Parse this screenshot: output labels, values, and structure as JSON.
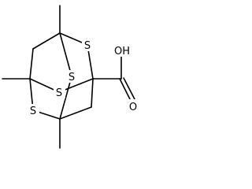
{
  "molecule": {
    "atoms": {
      "s_top_right": "S",
      "s_center": "S",
      "s_center_left": "S",
      "s_bottom_left": "S",
      "oh": "OH",
      "o": "O"
    }
  },
  "colors": {
    "bond": "#000000",
    "background": "#ffffff"
  }
}
